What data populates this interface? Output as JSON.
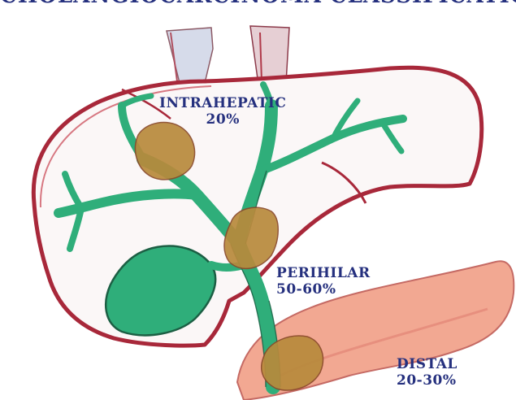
{
  "title": "CHOLANGIOCARCINOMA CLASSIFICATION",
  "labels": {
    "intrahepatic": {
      "name": "INTRAHEPATIC",
      "pct": "20%"
    },
    "perihilar": {
      "name": "PERIHILAR",
      "pct": "50-60%"
    },
    "distal": {
      "name": "DISTAL",
      "pct": "20-30%"
    }
  },
  "colors": {
    "liver_outline": "#a8283a",
    "bile_duct": "#2fae7a",
    "tumor": "#b88a3c",
    "pancreas": "#ef9e86",
    "vessels": "#c9cfe0",
    "text": "#25307e"
  }
}
